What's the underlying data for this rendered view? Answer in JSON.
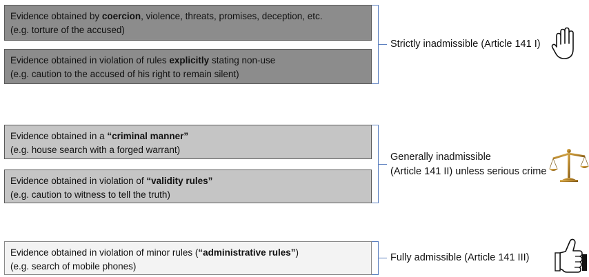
{
  "groups": [
    {
      "boxes": [
        {
          "pre": "Evidence obtained by ",
          "bold": "coercion",
          "post": ", violence, threats, promises, deception, etc.",
          "line2": "(e.g. torture of the accused)"
        },
        {
          "pre": "Evidence obtained in violation of rules ",
          "bold": "explicitly",
          "post": " stating non-use",
          "line2": " (e.g. caution to the accused of his right to remain silent)"
        }
      ],
      "label_line1": "Strictly inadmissible (Article 141 I)",
      "label_line2": "",
      "icon": "raised-hand-icon"
    },
    {
      "boxes": [
        {
          "pre": "Evidence obtained in a ",
          "bold": "“criminal manner”",
          "post": "",
          "line2": "(e.g. house search with a forged warrant)"
        },
        {
          "pre": "Evidence obtained in violation of ",
          "bold": "“validity rules”",
          "post": "",
          "line2": "(e.g. caution to witness to tell the truth)"
        }
      ],
      "label_line1": "Generally  inadmissible",
      "label_line2": "(Article 141 II) unless serious crime",
      "icon": "scales-icon"
    },
    {
      "boxes": [
        {
          "pre": "Evidence obtained in violation of minor rules (",
          "bold": "“administrative rules”",
          "post": ")",
          "line2": "(e.g. search of mobile phones)"
        }
      ],
      "label_line1": "Fully admissible (Article 141 III)",
      "label_line2": "",
      "icon": "thumbs-up-icon"
    }
  ]
}
